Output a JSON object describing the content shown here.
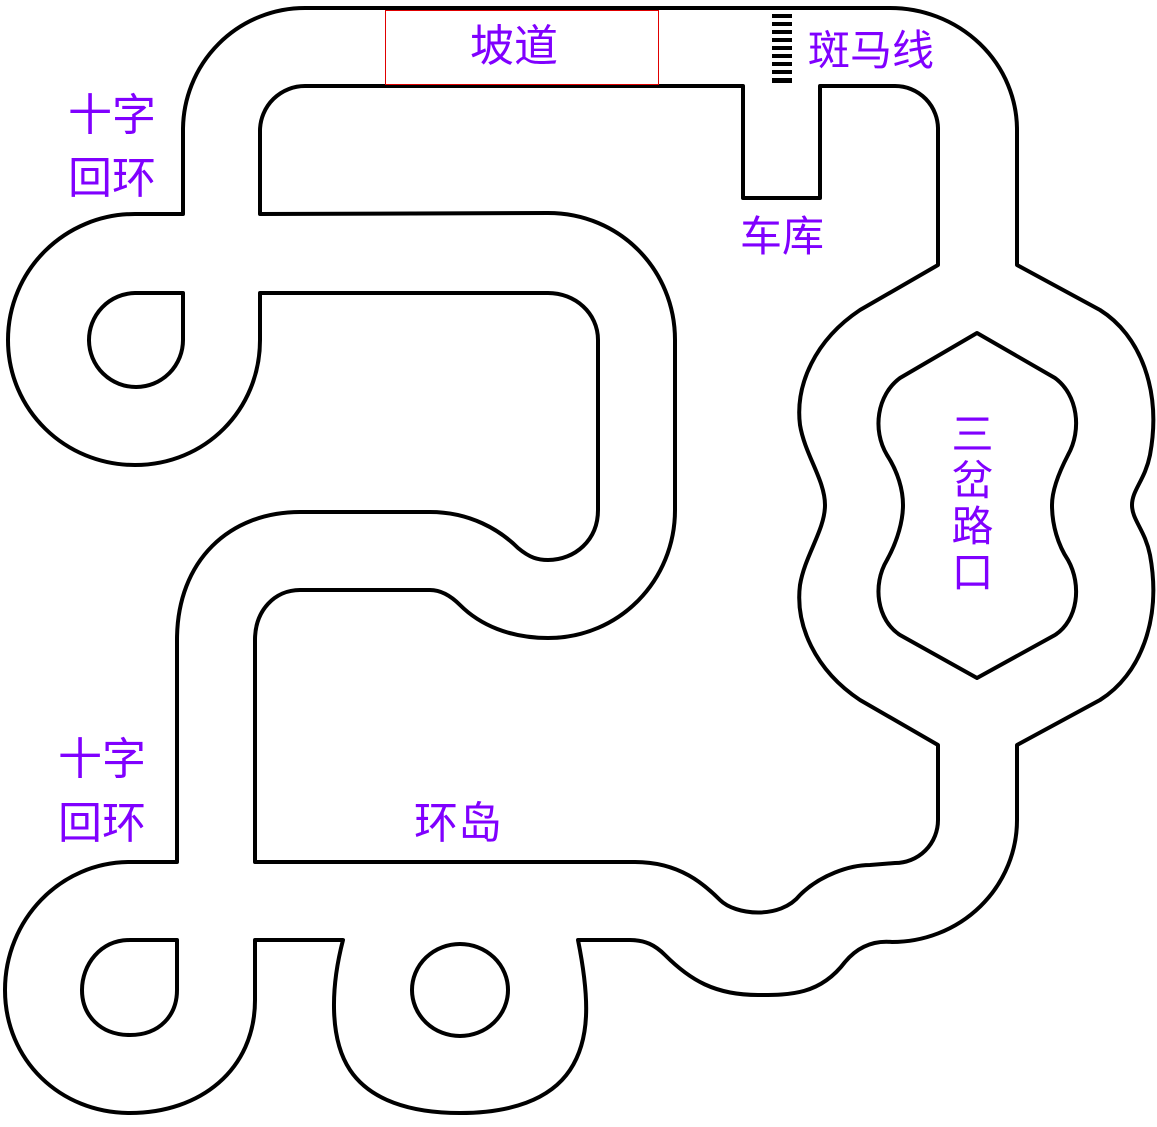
{
  "labels": {
    "ramp": "坡道",
    "zebra_crossing": "斑马线",
    "garage": "车库",
    "crossroad_loop_top": [
      "十字",
      "回环"
    ],
    "crossroad_loop_bottom": [
      "十字",
      "回环"
    ],
    "three_way_junction": "三岔路口",
    "roundabout": "环岛"
  },
  "colors": {
    "label": "#8000ff",
    "track_line": "#000000",
    "highlight_box": "#e00000"
  }
}
